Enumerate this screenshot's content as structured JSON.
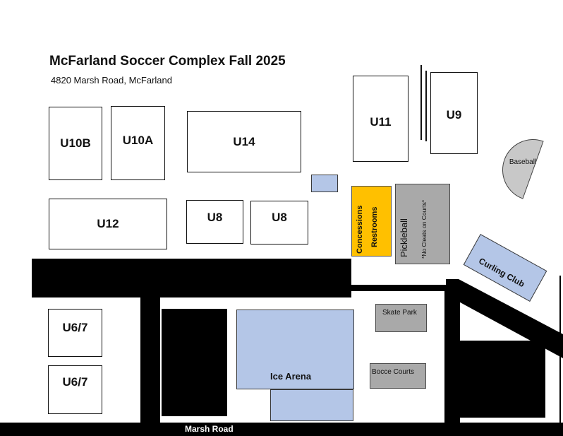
{
  "header": {
    "title": "McFarland Soccer Complex Fall 2025",
    "address": "4820 Marsh Road, McFarland"
  },
  "fields": {
    "u10b": "U10B",
    "u10a": "U10A",
    "u14": "U14",
    "u11": "U11",
    "u9": "U9",
    "u12": "U12",
    "u8_left": "U8",
    "u8_right": "U8",
    "u67_top": "U6/7",
    "u67_bottom": "U6/7"
  },
  "facilities": {
    "baseball": "Baseball",
    "concessions": "Concessions",
    "restrooms": "Restrooms",
    "pickleball": "Pickleball",
    "pickleball_note": "*No Cleats on Courts*",
    "curling_club": "Curling Club",
    "skate_park": "Skate Park",
    "ice_arena": "Ice Arena",
    "bocce_courts": "Bocce Courts"
  },
  "roads": {
    "marsh_road": "Marsh Road"
  },
  "colors": {
    "building_blue": "#b4c6e7",
    "concessions_yellow": "#ffc000",
    "court_gray": "#a9a9a9",
    "road_black": "#000000"
  }
}
